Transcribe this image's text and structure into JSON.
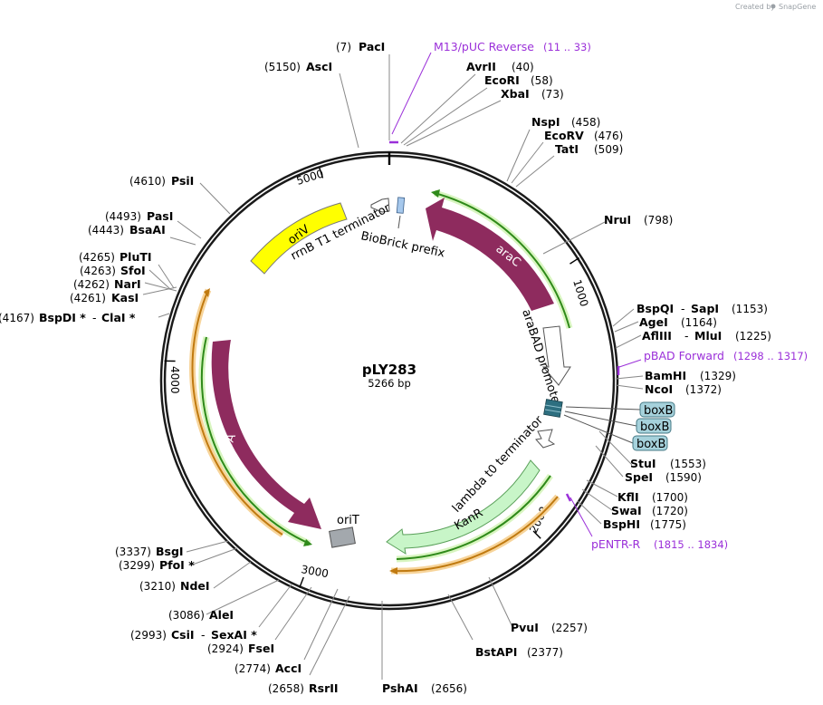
{
  "credit": {
    "prefix": "Created by",
    "brand": "SnapGene"
  },
  "plasmid": {
    "name": "pLY283",
    "size_text": "5266 bp"
  },
  "ticks": [
    "1000",
    "2000",
    "3000",
    "4000",
    "5000"
  ],
  "features": {
    "araC": "araC",
    "araBAD": "araBAD promoter",
    "boxB1": "boxB",
    "boxB2": "boxB",
    "boxB3": "boxB",
    "lambda_t0": "lambda t0 terminator",
    "kanR": "KanR",
    "oriT": "oriT",
    "trfA": "trfA",
    "oriV": "oriV",
    "rrnB": "rrnB T1 terminator",
    "biobrick": "BioBrick prefix"
  },
  "sites": [
    {
      "id": "paci",
      "pos": "(7)",
      "name": "PacI"
    },
    {
      "id": "asci",
      "pos": "(5150)",
      "name": "AscI"
    },
    {
      "id": "avrii",
      "name": "AvrII",
      "pos": "(40)"
    },
    {
      "id": "ecori",
      "name": "EcoRI",
      "pos": "(58)"
    },
    {
      "id": "xbai",
      "name": "XbaI",
      "pos": "(73)"
    },
    {
      "id": "nspi",
      "name": "NspI",
      "pos": "(458)"
    },
    {
      "id": "ecorv",
      "name": "EcoRV",
      "pos": "(476)"
    },
    {
      "id": "tati",
      "name": "TatI",
      "pos": "(509)"
    },
    {
      "id": "nrui",
      "name": "NruI",
      "pos": "(798)"
    },
    {
      "id": "bspqi",
      "name": "BspQI",
      "name2": "SapI",
      "pos": "(1153)"
    },
    {
      "id": "agei",
      "name": "AgeI",
      "pos": "(1164)"
    },
    {
      "id": "afliii",
      "name": "AflIII",
      "name2": "MluI",
      "pos": "(1225)"
    },
    {
      "id": "bamhi",
      "name": "BamHI",
      "pos": "(1329)"
    },
    {
      "id": "ncoi",
      "name": "NcoI",
      "pos": "(1372)"
    },
    {
      "id": "stui",
      "name": "StuI",
      "pos": "(1553)"
    },
    {
      "id": "spei",
      "name": "SpeI",
      "pos": "(1590)"
    },
    {
      "id": "kfli",
      "name": "KflI",
      "pos": "(1700)"
    },
    {
      "id": "swai",
      "name": "SwaI",
      "pos": "(1720)"
    },
    {
      "id": "bsphi",
      "name": "BspHI",
      "pos": "(1775)"
    },
    {
      "id": "pvui",
      "name": "PvuI",
      "pos": "(2257)"
    },
    {
      "id": "bstapi",
      "name": "BstAPI",
      "pos": "(2377)"
    },
    {
      "id": "pshai",
      "name": "PshAI",
      "pos": "(2656)"
    },
    {
      "id": "rsrii",
      "pos": "(2658)",
      "name": "RsrII"
    },
    {
      "id": "acci",
      "pos": "(2774)",
      "name": "AccI"
    },
    {
      "id": "fsei",
      "pos": "(2924)",
      "name": "FseI"
    },
    {
      "id": "csii",
      "pos": "(2993)",
      "name": "CsiI",
      "name2": "SexAI *"
    },
    {
      "id": "alei",
      "pos": "(3086)",
      "name": "AleI"
    },
    {
      "id": "ndei",
      "pos": "(3210)",
      "name": "NdeI"
    },
    {
      "id": "pfoi",
      "pos": "(3299)",
      "name": "PfoI *"
    },
    {
      "id": "bsgi",
      "pos": "(3337)",
      "name": "BsgI"
    },
    {
      "id": "bspdi",
      "pos": "(4167)",
      "name": "BspDI *",
      "name2": "ClaI *"
    },
    {
      "id": "kasi",
      "pos": "(4261)",
      "name": "KasI"
    },
    {
      "id": "nari",
      "pos": "(4262)",
      "name": "NarI"
    },
    {
      "id": "sfoi",
      "pos": "(4263)",
      "name": "SfoI"
    },
    {
      "id": "pluti",
      "pos": "(4265)",
      "name": "PluTI"
    },
    {
      "id": "bsaai",
      "pos": "(4443)",
      "name": "BsaAI"
    },
    {
      "id": "pasi",
      "pos": "(4493)",
      "name": "PasI"
    },
    {
      "id": "psii",
      "pos": "(4610)",
      "name": "PsiI"
    }
  ],
  "primers": [
    {
      "id": "m13",
      "name": "M13/pUC Reverse",
      "range": "(11 .. 33)"
    },
    {
      "id": "pbad",
      "name": "pBAD Forward",
      "range": "(1298 .. 1317)"
    },
    {
      "id": "pentr",
      "name": "pENTR-R",
      "range": "(1815 .. 1834)"
    }
  ],
  "colors": {
    "backbone": "#1a1a1a",
    "araC": "#8e2b5e",
    "trfA": "#8e2b5e",
    "oriV": "#ffff00",
    "kanR": "#c8f5c8",
    "boxB": "#a6d2dc",
    "primer": "#9b30d9",
    "orf_green": "#7fd63a",
    "orf_orange": "#f0b24a"
  }
}
